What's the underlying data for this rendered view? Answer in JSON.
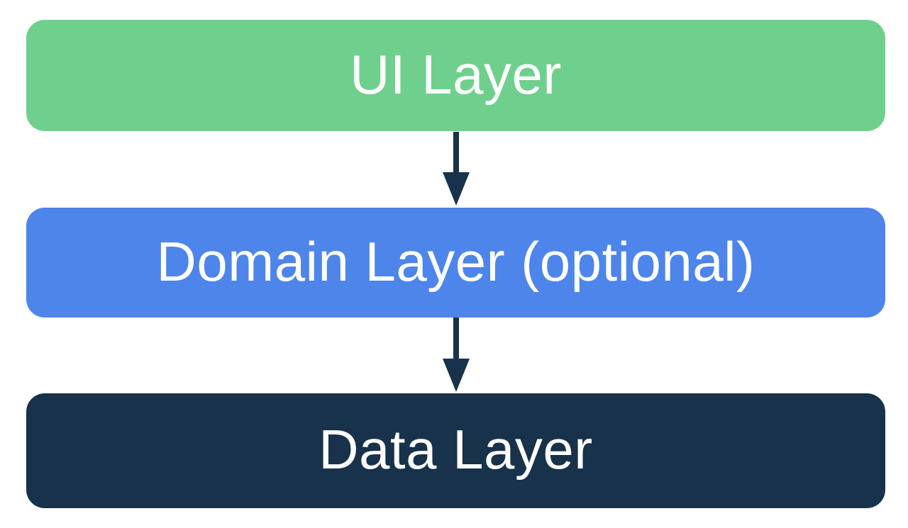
{
  "diagram": {
    "type": "layered-architecture-flow",
    "background_color": "#ffffff",
    "nodes": [
      {
        "id": "ui",
        "label": "UI Layer",
        "fill_color": "#6fd08d",
        "text_color": "#ffffff"
      },
      {
        "id": "domain",
        "label": "Domain Layer (optional)",
        "fill_color": "#4d85ea",
        "text_color": "#ffffff"
      },
      {
        "id": "data",
        "label": "Data Layer",
        "fill_color": "#17324a",
        "text_color": "#ffffff"
      }
    ],
    "edges": [
      {
        "from": "ui",
        "to": "domain",
        "direction": "down",
        "color": "#17324a"
      },
      {
        "from": "domain",
        "to": "data",
        "direction": "down",
        "color": "#17324a"
      }
    ]
  }
}
